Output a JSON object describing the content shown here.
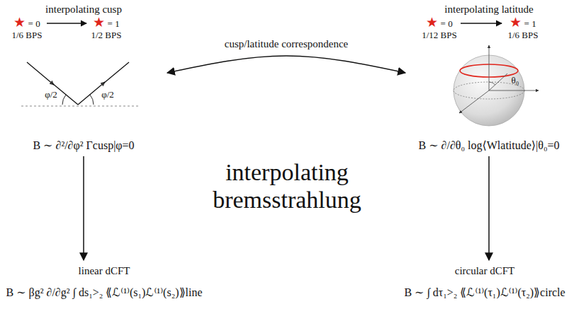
{
  "diagram": {
    "nodes": [
      {
        "text": [
          "interpolating cusp",
          "B ∼ ∂²/∂φ² Γcusp|φ=0"
        ]
      },
      {
        "text": [
          "interpolating latitude",
          "B ∼ ∂/∂θ₀ log⟨Wlatitude⟩|θ₀=0"
        ]
      },
      {
        "text": [
          "interpolating bremsstrahlung"
        ]
      },
      {
        "text": [
          "linear dCFT",
          "B ∼ βg² ∂/∂g² ∫ ds₁>₂ ⟪ℒ⁽¹⁾(s₁)ℒ⁽¹⁾(s₂)⟫line"
        ]
      },
      {
        "text": [
          "circular dCFT",
          "B ∼ ∫ dτ₁>₂ ⟪ℒ⁽¹⁾(τ₁)ℒ⁽¹⁾(τ₂)⟫circle"
        ]
      }
    ],
    "edges": [
      {
        "from": 0,
        "to": 1,
        "arrow": "both",
        "label": "cusp/latitude correspondence"
      },
      {
        "from": 0,
        "to": 3,
        "arrow": "to"
      },
      {
        "from": 1,
        "to": 4,
        "arrow": "to"
      }
    ],
    "labels": [
      "★ = 0",
      "1/6 BPS",
      "★ = 1",
      "1/2 BPS",
      "★ = 0",
      "1/12 BPS",
      "★ = 1",
      "1/6 BPS",
      "φ/2",
      "φ/2",
      "θ₀"
    ]
  }
}
